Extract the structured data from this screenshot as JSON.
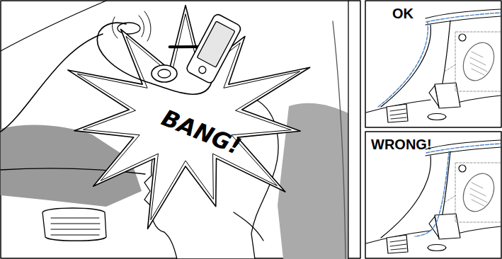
{
  "diagram": {
    "labels": [
      "BANG!",
      "OK",
      "WRONG!"
    ]
  }
}
